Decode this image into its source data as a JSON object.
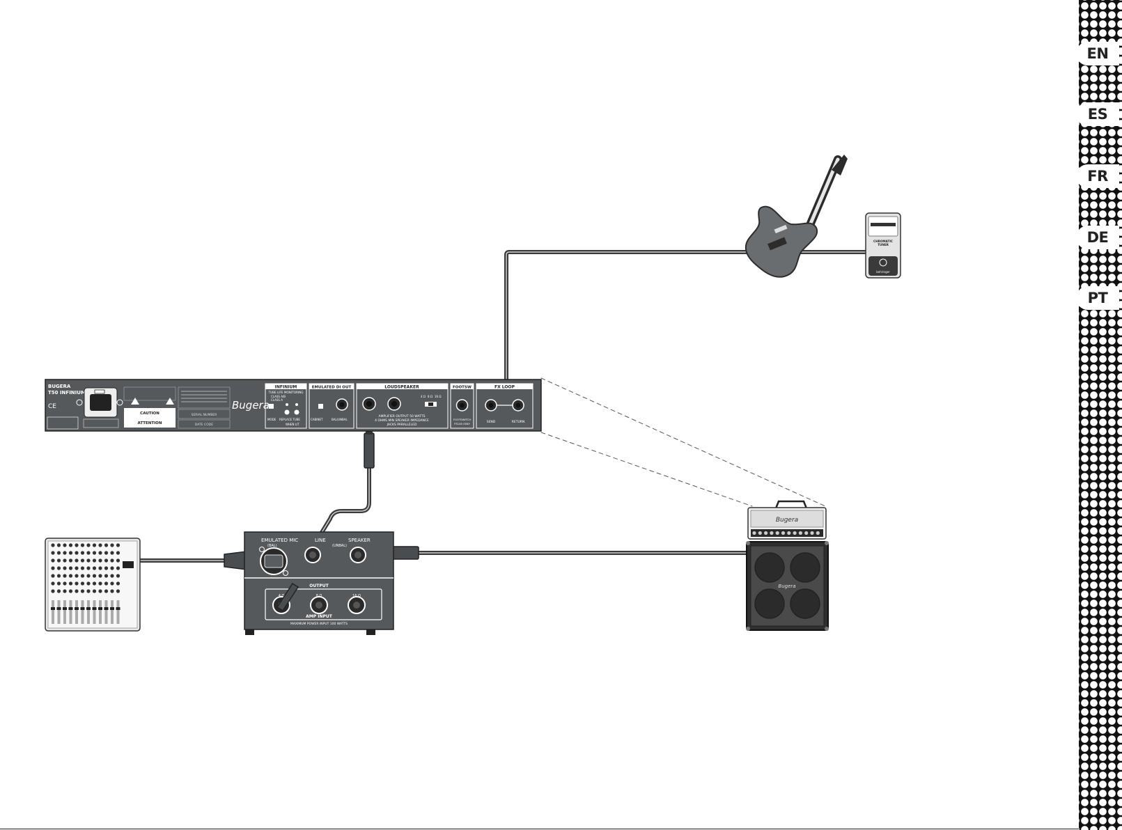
{
  "language_tabs": [
    "EN",
    "ES",
    "FR",
    "DE",
    "PT"
  ],
  "amp_rear_panel": {
    "model_line1": "BUGERA",
    "model_line2": "T50 INFINIUM",
    "brand": "Bugera",
    "caution": "CAUTION",
    "attention": "ATTENTION",
    "serial_label": "SERIAL NUMBER",
    "date_label": "DATE CODE",
    "infinium": {
      "title": "INFINIUM",
      "subtitle": "TUBE LIFE MONITORING",
      "class_ab": "CLASS A/B",
      "class_a": "CLASS A",
      "mode": "MODE",
      "replace_tube": "REPLACE TUBE",
      "when_lit": "WHEN LIT"
    },
    "di_out": {
      "title": "EMULATED DI OUT",
      "cabinet": "CABINET",
      "bal_unbal": "BAL/UNBAL"
    },
    "loudspeaker": {
      "title": "LOUDSPEAKER",
      "out_line1": "AMPLIFIER OUTPUT 50 WATTS",
      "out_line2": "4 OHMS MIN SPEAKER IMPEDANCE",
      "out_line3": "JACKS PARALLELED",
      "imp_4": "4 Ω",
      "imp_8": "8 Ω",
      "imp_16": "16 Ω"
    },
    "footsw": {
      "title": "FOOTSW",
      "note1": "FOOTSWITCH",
      "note2": "FS100 ONLY"
    },
    "fx_loop": {
      "title": "FX LOOP",
      "send": "SEND",
      "return": "RETURN"
    }
  },
  "loadbox": {
    "emulated_mic": "EMULATED MIC",
    "bal": "(BAL)",
    "line": "LINE",
    "unbal": "(UNBAL)",
    "speaker": "SPEAKER",
    "output": "OUTPUT",
    "amp_input": "AMP INPUT",
    "imp_4": "4 Ω",
    "imp_8": "8 Ω",
    "imp_16": "16 Ω",
    "max_power": "MAXIMUM POWER INPUT 100 WATTS"
  },
  "tuner": {
    "title": "CHROMATIC",
    "subtitle": "TUNER",
    "brand": "behringer"
  },
  "cabinet_brand": "Bugera",
  "head_brand": "Bugera",
  "colors": {
    "device": "#55595c",
    "device_dark": "#3c3f42",
    "cable": "#3a3a3a",
    "sidebar": "#111111",
    "tab": "#ffffff"
  }
}
